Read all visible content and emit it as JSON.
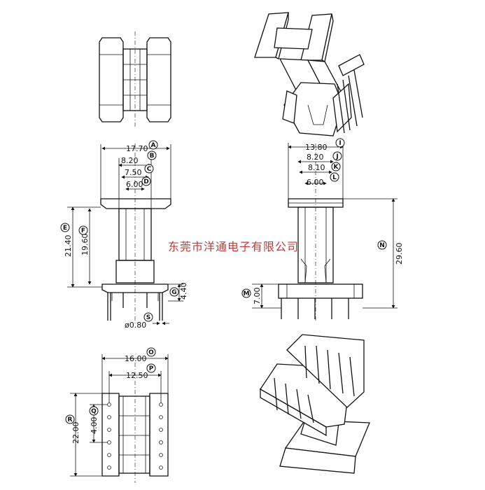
{
  "watermark": "东莞市洋通电子有限公司",
  "front_view": {
    "width_total": "17.70",
    "dim_b": "8.20",
    "dim_c": "7.50",
    "dim_d": "6.00",
    "height_e": "21.40",
    "height_f": "19.60",
    "height_g": "4.40",
    "pin_dia": "ø0.80"
  },
  "side_view": {
    "width_total": "13.80",
    "dim_j": "8.20",
    "dim_k": "8.10",
    "dim_l": "6.00",
    "height_n": "29.60",
    "height_m": "7.00"
  },
  "bottom_view": {
    "width_o": "16.00",
    "width_p": "12.50",
    "pitch_q": "4.00",
    "height_r": "22.00"
  },
  "tags": {
    "a": "A",
    "b": "B",
    "c": "C",
    "d": "D",
    "e": "E",
    "f": "F",
    "g": "G",
    "s": "S",
    "i": "I",
    "j": "J",
    "k": "K",
    "l": "L",
    "m": "M",
    "n": "N",
    "o": "O",
    "p": "P",
    "q": "Q",
    "r": "R"
  }
}
